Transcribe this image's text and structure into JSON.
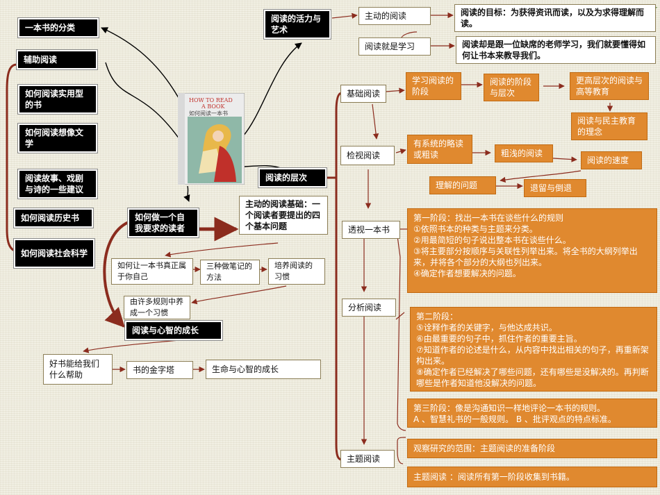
{
  "nodes": {
    "book_classify": "一本书的分类",
    "aux_reading": "辅助阅读",
    "practical": "如何阅读实用型的书",
    "imaginative": "如何阅读想像文学",
    "stories": "阅读故事、戏剧与诗的一些建议",
    "history": "如何阅读历史书",
    "social": "如何阅读社会科学",
    "vitality": "阅读的活力与艺术",
    "active_reading": "主动的阅读",
    "goal": "阅读的目标：为获得资讯而读，以及为求得理解而读。",
    "reading_learning": "阅读就是学习",
    "teacher": "阅读却是跟一位缺席的老师学习，我们就要懂得如何让书本来教导我们。",
    "levels": "阅读的层次",
    "self_reader": "如何做一个自我要求的读者",
    "four_questions": "主动的阅读基础：一个阅读者要提出的四个基本问题",
    "own_book": "如何让一本书真正属于你自己",
    "three_notes": "三种做笔记的方法",
    "habit": "培养阅读的习惯",
    "rules_habit": "由许多规则中养成一个习惯",
    "mind_growth": "阅读与心智的成长",
    "good_books": "好书能给我们什么帮助",
    "pyramid": "书的金字塔",
    "life_mind": "生命与心智的成长",
    "basic": "基础阅读",
    "learn_stage": "学习阅读的阶段",
    "stage_level": "阅读的阶段与层次",
    "higher_ed": "更高层次的阅读与高等教育",
    "democracy": "阅读与民主教育的理念",
    "inspectional": "检视阅读",
    "skimming": "有系统的略读或粗读",
    "superficial": "粗浅的阅读",
    "speed": "阅读的速度",
    "comprehension": "理解的问题",
    "regression": "退留与倒退",
    "x_ray": "透视一本书",
    "analytical": "分析阅读",
    "syntopical": "主题阅读",
    "syn_scope": "观察研究的范围：主题阅读的准备阶段",
    "syn_collect": "主题阅读 ：阅读所有第一阶段收集到书籍。"
  },
  "stage1": [
    "第一阶段：找出一本书在谈些什么的规则",
    "①依照书本的种类与主题来分类。",
    "②用最简短的句子说出整本书在谈些什么。",
    "③将主要部分按顺序与关联性列举出来。将全书的大纲列举出来，并将各个部分的大纲也列出来。",
    "④确定作者想要解决的问题。"
  ],
  "stage2": [
    "第二阶段：",
    "⑤诠释作者的关键字，与他达成共识。",
    "⑥由最重要的句子中，抓住作者的重要主旨。",
    "⑦知道作者的论述是什么，从内容中找出相关的句子，再重新架构出来。",
    "⑧确定作者已经解决了哪些问题，还有哪些是没解决的。再判断哪些是作者知道他没解决的问题。"
  ],
  "stage3": [
    "第三阶段：像是沟通知识一样地评论一本书的规则。",
    "A 、智慧礼书的一般规则。 B 、批评观点的特点标准。"
  ],
  "cover": {
    "title_en_1": "HOW TO READ",
    "title_en_2": "A BOOK",
    "title_cn": "如何阅读一本书"
  },
  "colors": {
    "orange": "#e0892f",
    "dark": "#000000",
    "line_brown": "#8b2c1e"
  }
}
